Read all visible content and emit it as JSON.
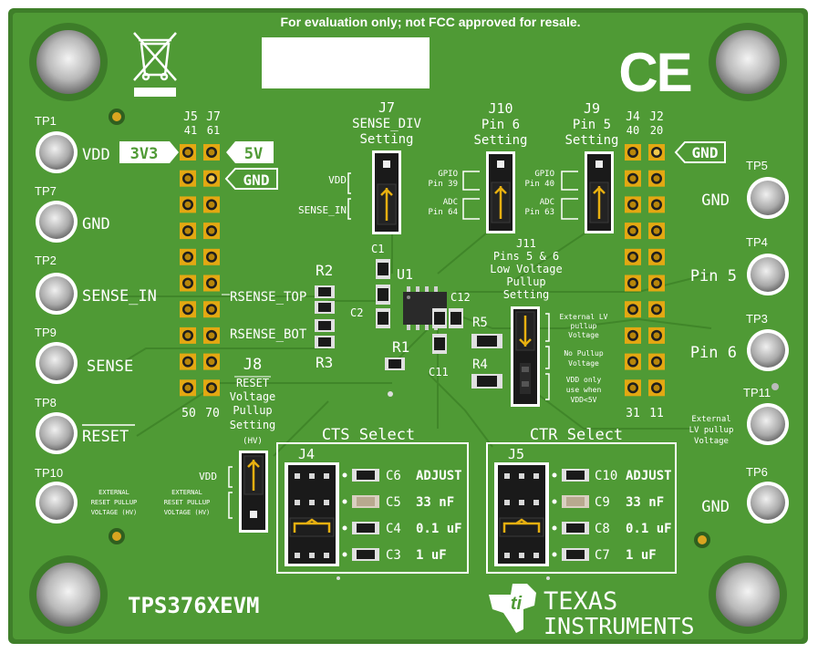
{
  "board": {
    "notice": "For evaluation only; not FCC approved for resale.",
    "name": "TPS376XEVM",
    "brand_line1": "TEXAS",
    "brand_line2": "INSTRUMENTS",
    "ce_mark": "CE",
    "colors": {
      "pcb": "#4f9a35",
      "pcb_edge": "#3f7f2a",
      "silk": "#ffffff",
      "gold": "#e8b010",
      "header": "#1a1a1a"
    }
  },
  "testpoints": {
    "tp1": {
      "label": "TP1",
      "net": "VDD",
      "tag": "3V3"
    },
    "tp7": {
      "label": "TP7",
      "net": "GND"
    },
    "tp2": {
      "label": "TP2",
      "net": "SENSE_IN"
    },
    "tp9": {
      "label": "TP9",
      "net": "SENSE"
    },
    "tp8": {
      "label": "TP8",
      "net": "RESET"
    },
    "tp10": {
      "label": "TP10",
      "net_l1": "EXTERNAL",
      "net_l2": "RESET PULLUP",
      "net_l3": "VOLTAGE (HV)"
    },
    "tp5": {
      "label": "TP5",
      "net": "GND"
    },
    "tp4": {
      "label": "TP4",
      "net": "Pin 5"
    },
    "tp3": {
      "label": "TP3",
      "net": "Pin 6"
    },
    "tp11": {
      "label": "TP11",
      "net_l1": "External",
      "net_l2": "LV pullup",
      "net_l3": "Voltage"
    },
    "tp6": {
      "label": "TP6",
      "net": "GND"
    }
  },
  "headers": {
    "j5j7": {
      "j5": "J5",
      "j7": "J7",
      "top_l": "41",
      "top_r": "61",
      "bot_l": "50",
      "bot_r": "70"
    },
    "j4j2": {
      "j4": "J4",
      "j2": "J2",
      "top_l": "40",
      "top_r": "20",
      "bot_l": "31",
      "bot_r": "11"
    }
  },
  "tags": {
    "five_v": "5V",
    "gnd_left": "GND",
    "gnd_right": "GND"
  },
  "jumpers": {
    "j7": {
      "name": "J7",
      "l1": "SENSE_DIV",
      "l2": "Setting",
      "opt_top": "VDD",
      "opt_bot": "SENSE_IN"
    },
    "j10": {
      "name": "J10",
      "l1": "Pin 6",
      "l2": "Setting",
      "opt_top_l1": "GPIO",
      "opt_top_l2": "Pin 39",
      "opt_bot_l1": "ADC",
      "opt_bot_l2": "Pin 64"
    },
    "j9": {
      "name": "J9",
      "l1": "Pin 5",
      "l2": "Setting",
      "opt_top_l1": "GPIO",
      "opt_top_l2": "Pin 40",
      "opt_bot_l1": "ADC",
      "opt_bot_l2": "Pin 63"
    },
    "j11": {
      "name": "J11",
      "l1": "Pins 5 & 6",
      "l2": "Low Voltage",
      "l3": "Pullup",
      "l4": "Setting",
      "opt1_l1": "External LV",
      "opt1_l2": "pullup",
      "opt1_l3": "Voltage",
      "opt2_l1": "No Pullup",
      "opt2_l2": "Voltage",
      "opt3_l1": "VDD only",
      "opt3_l2": "use when",
      "opt3_l3": "VDD<5V"
    },
    "j8": {
      "name": "J8",
      "l1": "RESET",
      "l2": "Voltage",
      "l3": "Pullup",
      "l4": "Setting",
      "l5": "(HV)",
      "opt_top": "VDD",
      "opt_bot_l1": "EXTERNAL",
      "opt_bot_l2": "RESET PULLUP",
      "opt_bot_l3": "VOLTAGE (HV)"
    }
  },
  "components": {
    "r2": "R2",
    "r3": "R3",
    "r1": "R1",
    "r5": "R5",
    "r4": "R4",
    "c1": "C1",
    "c2": "C2",
    "c11": "C11",
    "c12": "C12",
    "u1": "U1",
    "rsense_top": "RSENSE_TOP",
    "rsense_bot": "RSENSE_BOT"
  },
  "cts": {
    "title": "CTS Select",
    "header": "J4",
    "rows": [
      {
        "ref": "C6",
        "value": "ADJUST"
      },
      {
        "ref": "C5",
        "value": "33 nF"
      },
      {
        "ref": "C4",
        "value": "0.1 uF"
      },
      {
        "ref": "C3",
        "value": "1 uF"
      }
    ]
  },
  "ctr": {
    "title": "CTR Select",
    "header": "J5",
    "rows": [
      {
        "ref": "C10",
        "value": "ADJUST"
      },
      {
        "ref": "C9",
        "value": "33 nF"
      },
      {
        "ref": "C8",
        "value": "0.1 uF"
      },
      {
        "ref": "C7",
        "value": "1 uF"
      }
    ]
  }
}
